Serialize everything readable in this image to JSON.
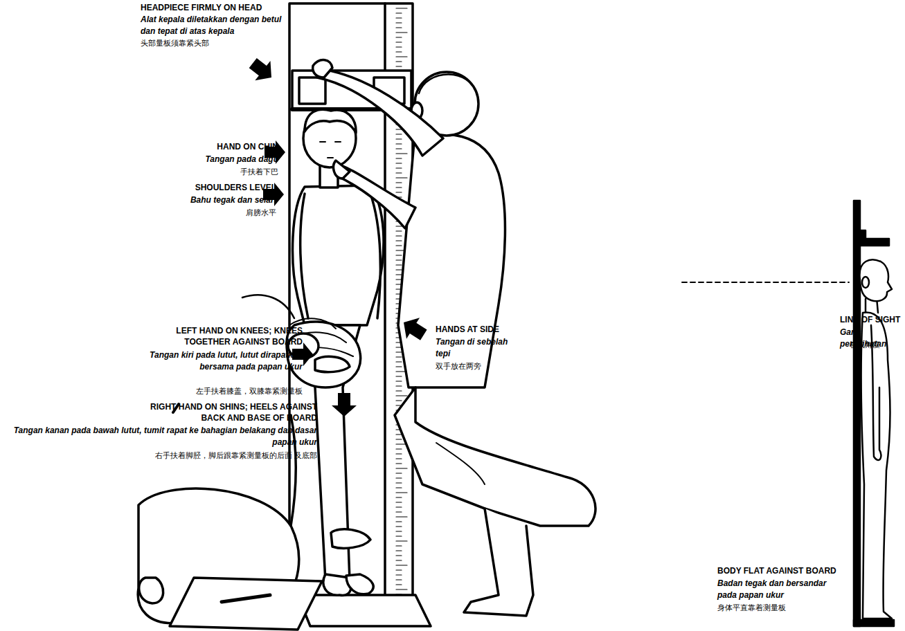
{
  "diagram": {
    "labels": [
      "HEADPIECE FIRMLY ON HEAD",
      "Alat kepala diletakkan dengan betul dan tepat di atas kepala",
      "头部量板须靠紧头部",
      "HAND ON CHIN",
      "Tangan pada dagu",
      "手扶着下巴",
      "SHOULDERS LEVEL",
      "Bahu tegak dan selari",
      "肩膀水平",
      "LEFT HAND ON KNEES; KNEES TOGETHER AGAINST BOARD",
      "Tangan kiri pada lutut, lutut dirapatkan bersama pada papan ukur",
      "左手扶着膝盖，双膝靠紧测量板",
      "RIGHT HAND ON SHINS; HEELS AGAINST BACK AND BASE OF BOARD",
      "Tangan kanan pada bawah lutut, tumit rapat ke bahagian belakang dan dasar papan ukur",
      "右手扶着脚胫，脚后跟靠紧测量板的后面 及底部",
      "HANDS AT SIDE",
      "Tangan di sebelah tepi",
      "双手放在两旁",
      "LINE OF SIGHT",
      "Garis penglihatan",
      "视线角度",
      "BODY FLAT AGAINST BOARD",
      "Badan tegak dan bersandar pada papan ukur",
      "身体平直靠着测量板"
    ]
  }
}
